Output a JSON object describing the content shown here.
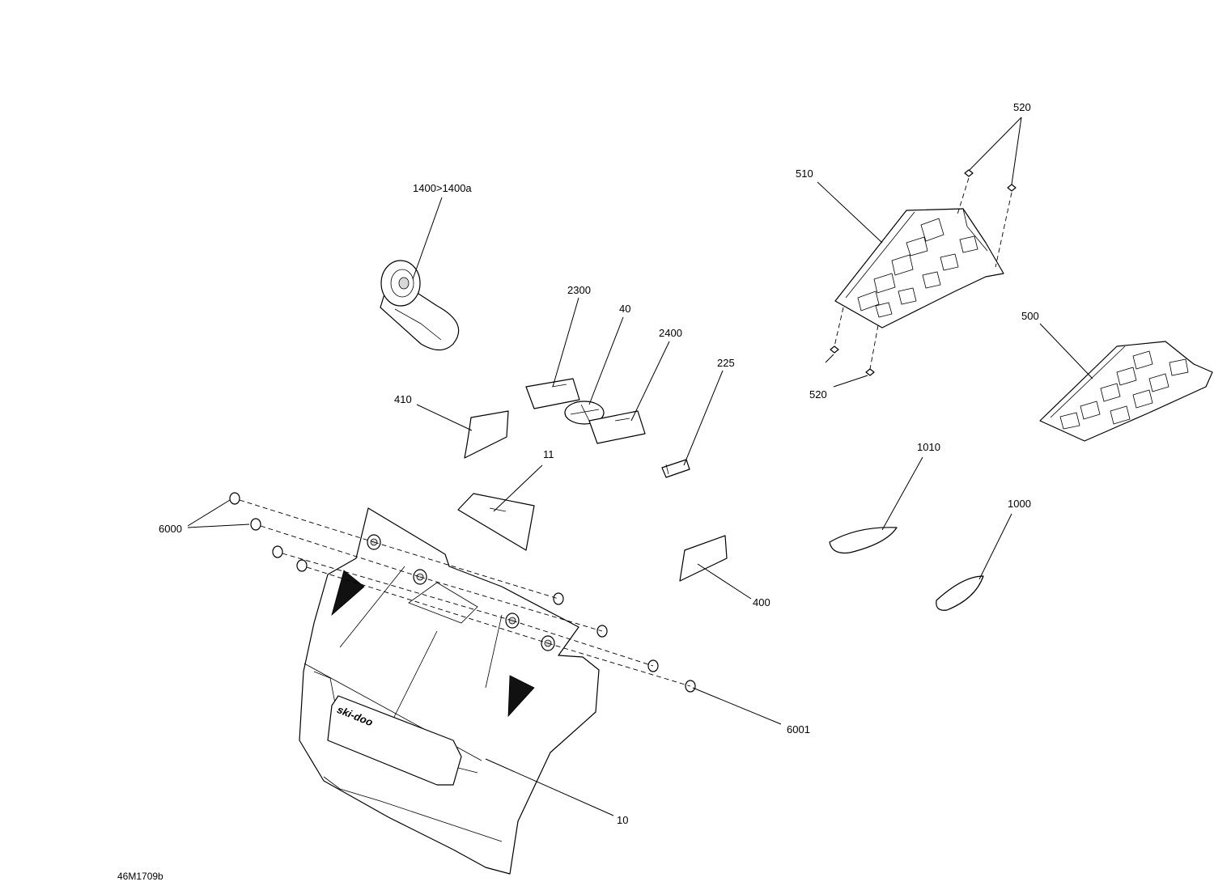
{
  "diagram": {
    "drawing_code": "46M1709b",
    "callouts": {
      "c1400": "1400>1400a",
      "c2300": "2300",
      "c40": "40",
      "c2400": "2400",
      "c225": "225",
      "c410": "410",
      "c11": "11",
      "c6000": "6000",
      "c400": "400",
      "c6001": "6001",
      "c10": "10",
      "c520_top": "520",
      "c510": "510",
      "c500": "500",
      "c520_bottom": "520",
      "c1010": "1010",
      "c1000": "1000"
    },
    "logo_text": "ski-doo"
  }
}
